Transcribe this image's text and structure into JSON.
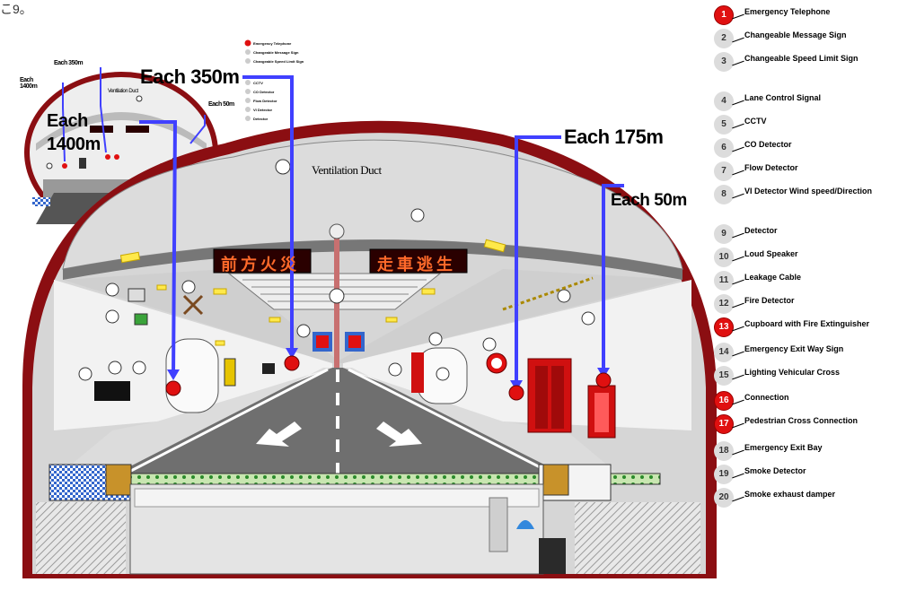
{
  "top_note": "こ9。",
  "duct_label": "Ventilation Duct",
  "inset_duct_label": "Ventilation Duct",
  "sign_left": "前方火災",
  "sign_right": "走車逃生",
  "callouts": {
    "each_350m": "Each 350m",
    "each_175m": "Each 175m",
    "each_50m": "Each 50m",
    "inset_each_350m": "Each 350m",
    "inset_each_1400m": "Each 1400m",
    "inset_each_50m": "Each 50m",
    "inset_big_each": "Each",
    "inset_big_1400m": "1400m"
  },
  "legend": [
    {
      "num": "1",
      "label": "Emergency Telephone",
      "style": "red"
    },
    {
      "num": "2",
      "label": "Changeable Message Sign",
      "style": "grey"
    },
    {
      "num": "3",
      "label": "Changeable Speed Limit Sign",
      "style": "grey"
    },
    {
      "num": "4",
      "label": "Lane Control Signal",
      "style": "grey"
    },
    {
      "num": "5",
      "label": "CCTV",
      "style": "grey"
    },
    {
      "num": "6",
      "label": "CO Detector",
      "style": "grey"
    },
    {
      "num": "7",
      "label": "Flow Detector",
      "style": "grey"
    },
    {
      "num": "8",
      "label": "VI Detector Wind speed/Direction",
      "style": "grey"
    },
    {
      "num": "9",
      "label": "Detector",
      "style": "grey"
    },
    {
      "num": "10",
      "label": "Loud Speaker",
      "style": "grey"
    },
    {
      "num": "11",
      "label": "Leakage Cable",
      "style": "grey"
    },
    {
      "num": "12",
      "label": "Fire Detector",
      "style": "grey"
    },
    {
      "num": "13",
      "label": "Cupboard with Fire Extinguisher",
      "style": "red"
    },
    {
      "num": "14",
      "label": "Emergency Exit Way Sign",
      "style": "grey"
    },
    {
      "num": "15",
      "label": "Lighting Vehicular Cross",
      "style": "grey"
    },
    {
      "num": "16",
      "label": "Connection",
      "style": "red"
    },
    {
      "num": "17",
      "label": "Pedestrian Cross Connection",
      "style": "red"
    },
    {
      "num": "18",
      "label": "Emergency Exit Bay",
      "style": "grey"
    },
    {
      "num": "19",
      "label": "Smoke Detector",
      "style": "grey"
    },
    {
      "num": "20",
      "label": "Smoke exhaust damper",
      "style": "grey"
    }
  ],
  "inset_legend": [
    "Emergency Telephone",
    "Changeable Message Sign",
    "Changeable Speed Limit Sign",
    "CCTV",
    "CO Detector",
    "Flow Detector",
    "VI Detector",
    "Detector"
  ],
  "colors": {
    "shell": "#8b0e12",
    "accent_blue": "#4040ff",
    "sign_bg": "#2a0000",
    "sign_text": "#ff6a2a",
    "alarm_red": "#e01010"
  }
}
